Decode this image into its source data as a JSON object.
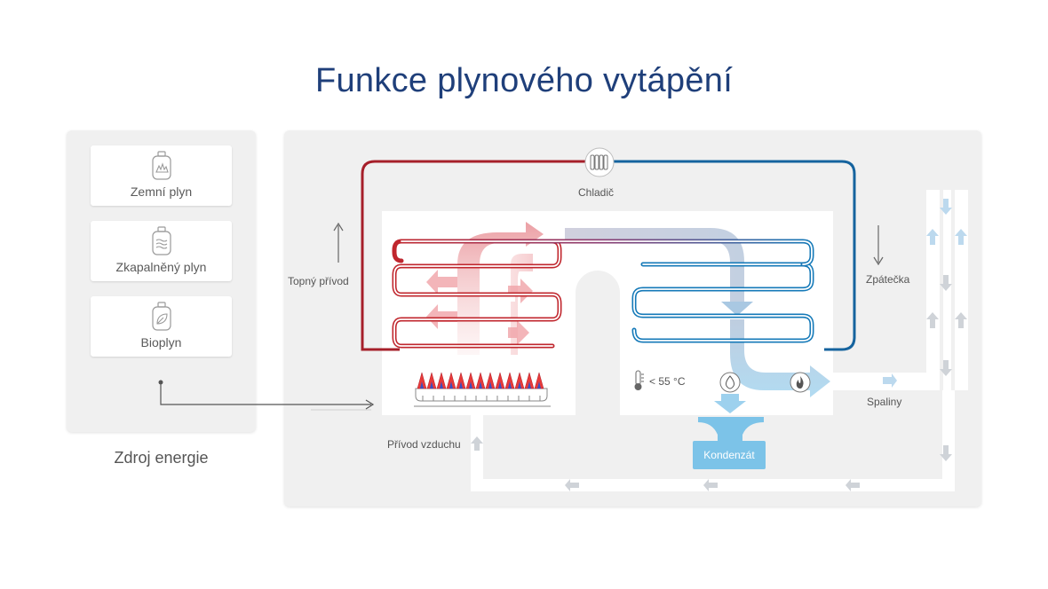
{
  "title": "Funkce plynového vytápění",
  "sources": [
    {
      "label": "Zemní plyn",
      "icon": "gas-bottle-flame-icon"
    },
    {
      "label": "Zkapalněný plyn",
      "icon": "gas-bottle-waves-icon"
    },
    {
      "label": "Bioplyn",
      "icon": "gas-bottle-leaf-icon"
    }
  ],
  "sources_caption": "Zdroj energie",
  "labels": {
    "radiator": "Chladič",
    "supply": "Topný přívod",
    "return": "Zpátečka",
    "flue": "Spaliny",
    "air_inlet": "Přívod vzduchu",
    "temperature": "< 55 °C",
    "condensate": "Kondenzát"
  },
  "colors": {
    "title": "#1f3f7a",
    "hot": "#c0262d",
    "cold": "#1479b8",
    "light_blue": "#9dd1ee",
    "panel": "#f0f0f0"
  }
}
